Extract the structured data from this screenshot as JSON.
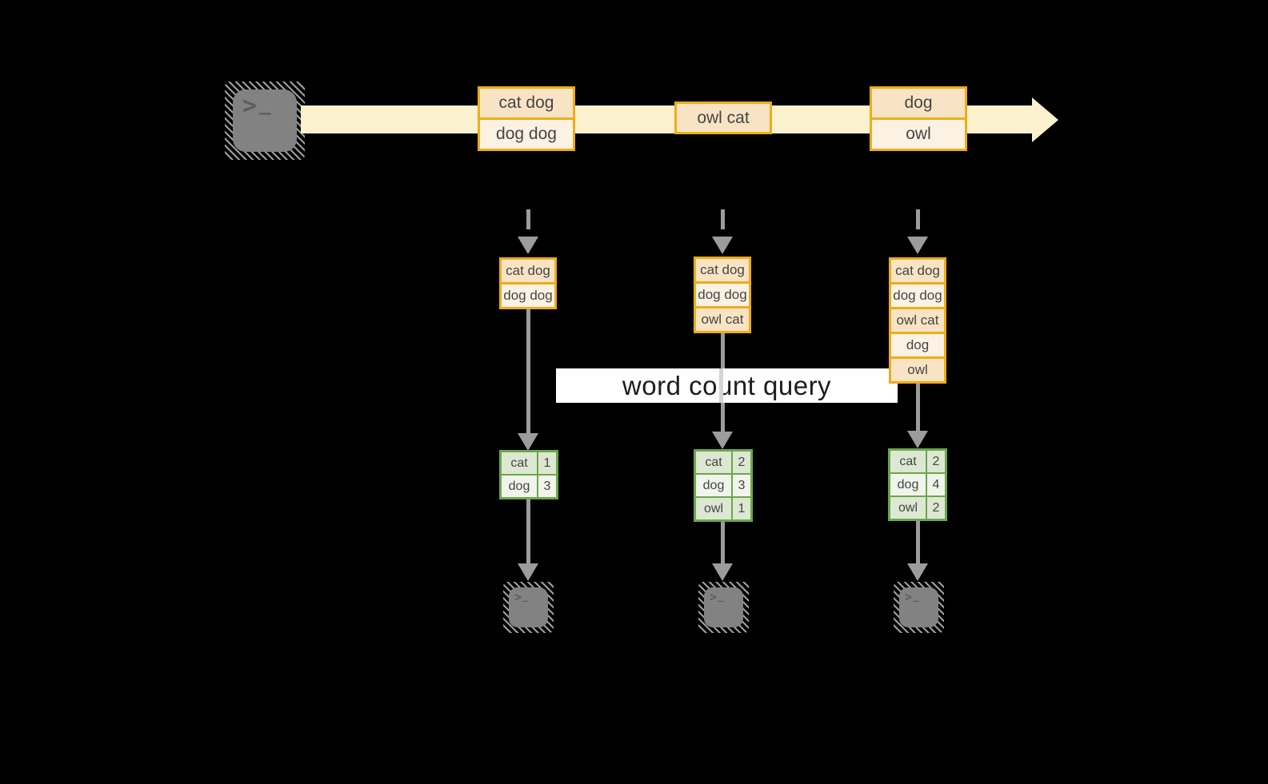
{
  "label": {
    "text": "word count query"
  },
  "stream": {
    "records": [
      {
        "rows": [
          "cat dog",
          "dog dog"
        ]
      },
      {
        "rows": [
          "owl cat"
        ]
      },
      {
        "rows": [
          "dog",
          "owl"
        ]
      }
    ]
  },
  "columns": [
    {
      "state_rows": [
        "cat dog",
        "dog dog"
      ],
      "count_rows": [
        {
          "word": "cat",
          "count": "1"
        },
        {
          "word": "dog",
          "count": "3"
        }
      ]
    },
    {
      "state_rows": [
        "cat dog",
        "dog dog",
        "owl cat"
      ],
      "count_rows": [
        {
          "word": "cat",
          "count": "2"
        },
        {
          "word": "dog",
          "count": "3"
        },
        {
          "word": "owl",
          "count": "1"
        }
      ]
    },
    {
      "state_rows": [
        "cat dog",
        "dog dog",
        "owl cat",
        "dog",
        "owl"
      ],
      "count_rows": [
        {
          "word": "cat",
          "count": "2"
        },
        {
          "word": "dog",
          "count": "4"
        },
        {
          "word": "owl",
          "count": "2"
        }
      ]
    }
  ],
  "terminal": {
    "prompt": ">",
    "cursor": "_"
  },
  "colors": {
    "background": "#000000",
    "stream_fill": "#FBF1CE",
    "record_border": "#EEAC18",
    "record_fill_dark": "#F8E4C5",
    "record_fill_light": "#FCF2E4",
    "table_border": "#6CA64D",
    "table_fill_dark": "#DCE8D1",
    "table_fill_light": "#F0F4EB",
    "arrow_gray": "#9C9C9C",
    "terminal_gray": "#828282",
    "text_dark": "#454545"
  }
}
